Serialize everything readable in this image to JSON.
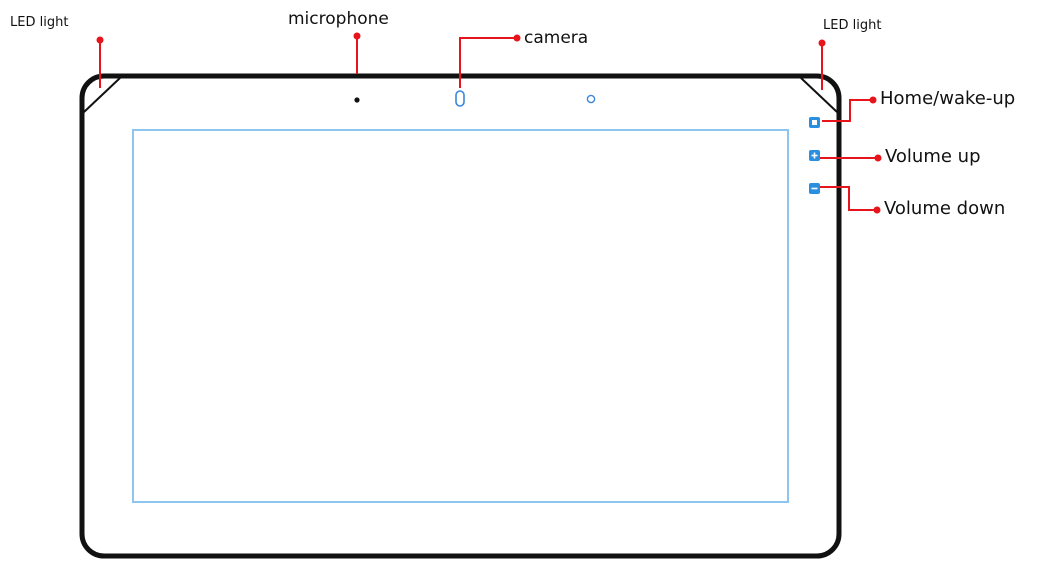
{
  "labels": {
    "led_light_left": "LED light",
    "microphone": "microphone",
    "camera": "camera",
    "led_light_right": "LED light",
    "home_wakeup": "Home/wake-up",
    "volume_up": "Volume up",
    "volume_down": "Volume down"
  },
  "colors": {
    "callout_line": "#e8141b",
    "device_outline": "#111111",
    "screen_outline": "#8cc6ee",
    "button_fill": "#2b8fe0",
    "camera_outline": "#3a87d8"
  },
  "icons": {
    "home_wakeup_button": "home-button-icon",
    "volume_up_button": "plus-button-icon",
    "volume_down_button": "minus-button-icon",
    "microphone_hole": "microphone-hole-icon",
    "camera_lens": "camera-lens-icon",
    "light_sensor": "light-sensor-icon"
  }
}
